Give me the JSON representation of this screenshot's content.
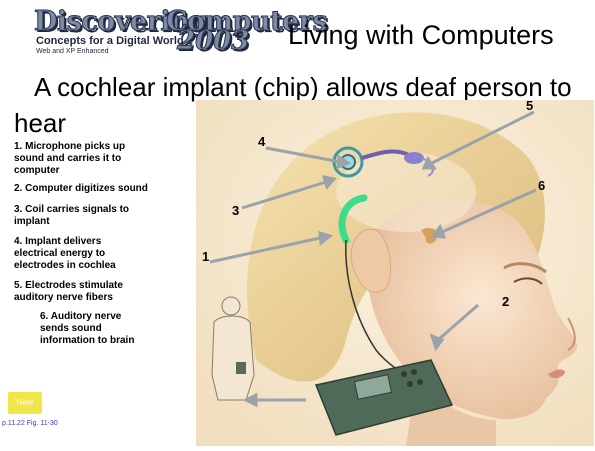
{
  "header": {
    "logo": {
      "word1": "Discovering",
      "word2": "Computers",
      "year": "2003",
      "tagline": "Concepts for a Digital World",
      "edition": "Web and XP Enhanced"
    },
    "title": "Living with Computers"
  },
  "subtitle": {
    "line1": "A cochlear implant (chip) allows deaf person to",
    "line2": "hear"
  },
  "steps": [
    {
      "line1": "1. Microphone picks up",
      "line2": "sound and carries it to",
      "line3": "computer"
    },
    {
      "line1": "2. Computer digitizes sound"
    },
    {
      "line1": "3. Coil carries signals to",
      "line2": "implant"
    },
    {
      "line1": "4. Implant delivers",
      "line2": "electrical energy to",
      "line3": "electrodes in cochlea"
    },
    {
      "line1": "5. Electrodes stimulate",
      "line2": "auditory nerve fibers"
    },
    {
      "line1": "6. Auditory nerve",
      "line2": "sends sound",
      "line3": "information to brain"
    }
  ],
  "nav": {
    "next_label": "Next"
  },
  "page_ref": "p.11.22 Fig. 11-30",
  "callouts": [
    "1",
    "2",
    "3",
    "4",
    "5",
    "6"
  ],
  "colors": {
    "background": "#ffffff",
    "logo_fill": "#7c8aa6",
    "next_badge": "#f0e64a",
    "page_ref": "#3a3ac8",
    "implant_coil": "#3ddc8a",
    "processor": "#4f6a58"
  }
}
